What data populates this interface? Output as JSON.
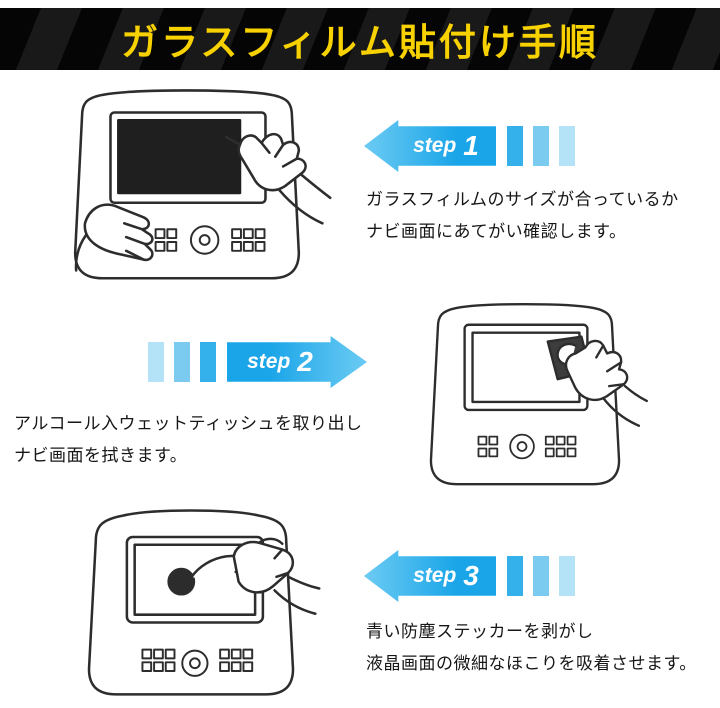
{
  "banner": {
    "title": "ガラスフィルム貼付け手順"
  },
  "steps": [
    {
      "label": "step",
      "number": "1",
      "arrow_direction": "left",
      "lines": [
        "ガラスフィルムのサイズが合っているか",
        "ナビ画面にあてがい確認します。"
      ]
    },
    {
      "label": "step",
      "number": "2",
      "arrow_direction": "right",
      "lines": [
        "アルコール入ウェットティッシュを取り出し",
        "ナビ画面を拭きます。"
      ]
    },
    {
      "label": "step",
      "number": "3",
      "arrow_direction": "left",
      "lines": [
        "青い防塵ステッカーを剥がし",
        "液晶画面の微細なほこりを吸着させます。"
      ]
    }
  ],
  "illustrations": [
    {
      "name": "fit-check-illustration"
    },
    {
      "name": "wipe-screen-illustration"
    },
    {
      "name": "dust-sticker-illustration"
    }
  ],
  "colors": {
    "banner_background": "#0a0a0a",
    "title_yellow": "#f7d100",
    "arrow_blue": "#23a9e8",
    "line_art": "#2d2d2d"
  }
}
